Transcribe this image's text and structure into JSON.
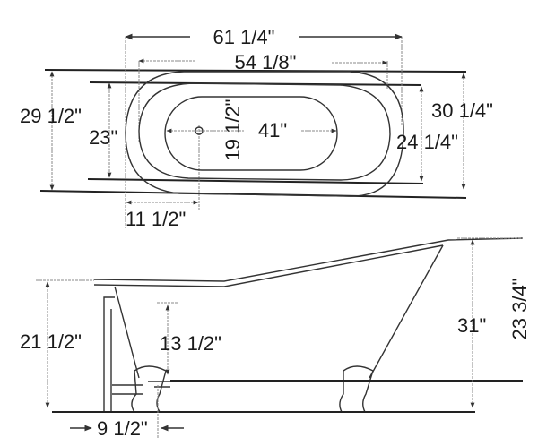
{
  "top_view": {
    "overall_length": "61 1/4\"",
    "rim_length": "54 1/8\"",
    "overall_width_left": "29 1/2\"",
    "rim_width_left": "23\"",
    "basin_length": "41\"",
    "basin_width": "19 1/2\"",
    "overall_width_right": "30 1/4\"",
    "rim_width_right": "24 1/4\"",
    "drain_offset": "11 1/2\""
  },
  "side_view": {
    "low_end_height": "21 1/2\"",
    "drain_height": "13 1/2\"",
    "high_end_height": "31\"",
    "interior_depth": "23 3/4\"",
    "foot_offset": "9 1/2\""
  }
}
